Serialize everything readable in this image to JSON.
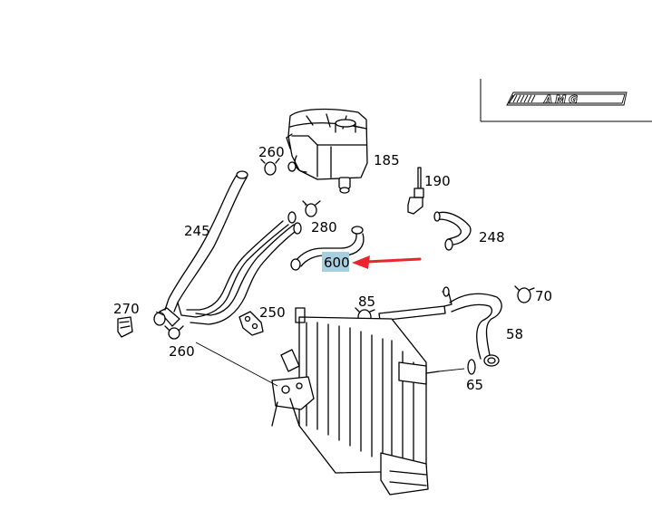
{
  "logo": {
    "text": "AMG"
  },
  "callouts": {
    "p185": "185",
    "p190": "190",
    "p248": "248",
    "p260a": "260",
    "p280": "280",
    "p245": "245",
    "p600": "600",
    "p270": "270",
    "p250": "250",
    "p260b": "260",
    "p85": "85",
    "p70": "70",
    "p58": "58",
    "p65": "65"
  },
  "highlight": {
    "part": "600",
    "color": "#a6cfe2",
    "arrow_color": "#e8262b"
  }
}
